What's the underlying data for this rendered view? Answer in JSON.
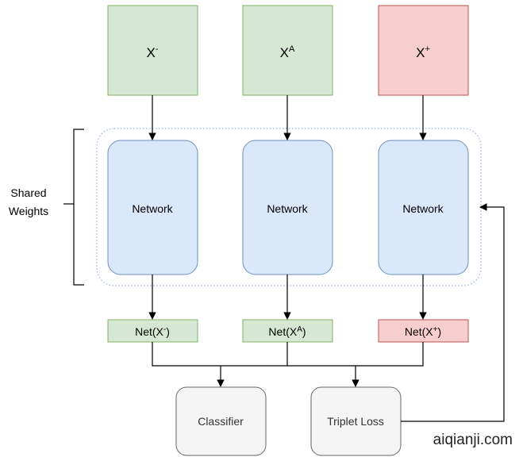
{
  "inputs": [
    {
      "base": "X",
      "sup": "-",
      "fill": "#d5e8d4",
      "stroke": "#82b366"
    },
    {
      "base": "X",
      "sup": "A",
      "fill": "#d5e8d4",
      "stroke": "#82b366"
    },
    {
      "base": "X",
      "sup": "+",
      "fill": "#f8cecc",
      "stroke": "#b85450"
    }
  ],
  "networks": [
    {
      "label": "Network"
    },
    {
      "label": "Network"
    },
    {
      "label": "Network"
    }
  ],
  "outputs": [
    {
      "prefix": "Net(X",
      "sup": "-",
      "suffix": ")",
      "fill": "#d5e8d4",
      "stroke": "#82b366"
    },
    {
      "prefix": "Net(X",
      "sup": "A",
      "suffix": ")",
      "fill": "#d5e8d4",
      "stroke": "#82b366"
    },
    {
      "prefix": "Net(X",
      "sup": "+",
      "suffix": ")",
      "fill": "#f8cecc",
      "stroke": "#b85450"
    }
  ],
  "shared_weights": {
    "line1": "Shared",
    "line2": "Weights"
  },
  "classifier": {
    "label": "Classifier"
  },
  "triplet_loss": {
    "label": "Triplet Loss"
  },
  "watermark": "aiqianji.com",
  "colors": {
    "network_fill": "#dae8fc",
    "network_stroke": "#6c8ebf",
    "group_border": "#7ea6e0",
    "gray_fill": "#f5f5f5",
    "gray_stroke": "#666666",
    "line": "#000000"
  }
}
